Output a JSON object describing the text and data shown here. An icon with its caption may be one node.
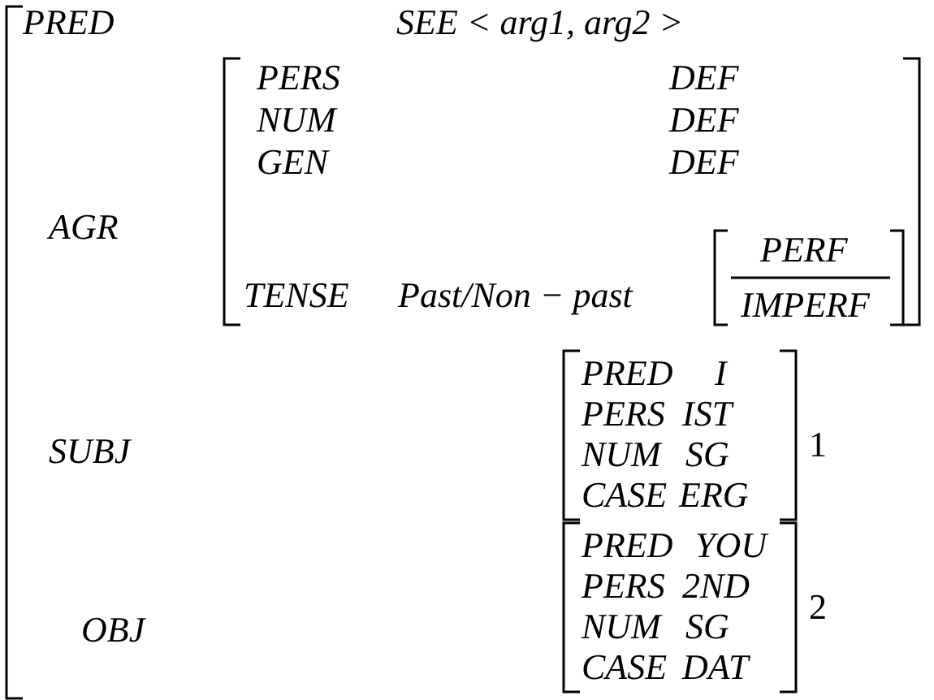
{
  "diagram": {
    "labels": [
      "PRED",
      "SEE < arg1, arg2 >",
      "AGR",
      "PERS",
      "DEF",
      "NUM",
      "DEF",
      "GEN",
      "DEF",
      "TENSE",
      "Past/Non − past",
      "PERF",
      "IMPERF",
      "SUBJ",
      "PRED",
      "I",
      "PERS",
      "IST",
      "NUM",
      "SG",
      "CASE",
      "ERG",
      "1",
      "OBJ",
      "PRED",
      "YOU",
      "PERS",
      "2ND",
      "NUM",
      "SG",
      "CASE",
      "DAT",
      "2"
    ]
  }
}
